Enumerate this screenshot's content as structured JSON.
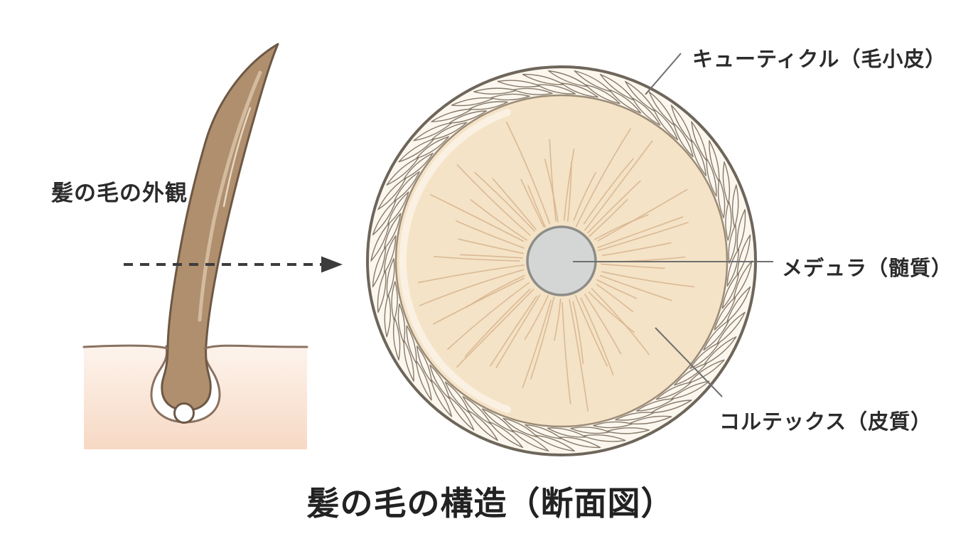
{
  "title": "髪の毛の構造（断面図）",
  "side_view": {
    "label": "髪の毛の外観"
  },
  "cross_section": {
    "labels": {
      "cuticle": "キューティクル（毛小皮）",
      "medulla": "メデュラ（髄質）",
      "cortex": "コルテックス（皮質）"
    }
  },
  "colors": {
    "text": "#2b2b2b",
    "hair_shaft": "#b08f6e",
    "hair_outline": "#6d5845",
    "hair_highlight": "#d9c4a7",
    "skin_top": "#fdf3ec",
    "skin_bottom": "#f7d9c4",
    "skin_outline": "#8a7260",
    "follicle_fill": "#ffffff",
    "cuticle_bg": "#fbf7ee",
    "cuticle_stroke": "#87796a",
    "outer_ring_stroke": "#6e665b",
    "cortex_fill": "#f4e3c6",
    "cortex_stroke": "#9b8b77",
    "cortex_fiber": "#d8b48f",
    "medulla_fill": "#d4d6d5",
    "medulla_stroke": "#8d8d88",
    "arrow": "#3c3c3c",
    "leader_line": "#6f6f6f"
  }
}
